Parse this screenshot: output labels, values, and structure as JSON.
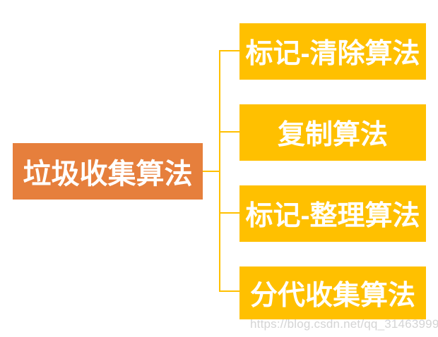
{
  "diagram": {
    "root": {
      "label": "垃圾收集算法"
    },
    "branches": [
      {
        "label": "标记-清除算法"
      },
      {
        "label": "复制算法"
      },
      {
        "label": "标记-整理算法"
      },
      {
        "label": "分代收集算法"
      }
    ]
  },
  "watermark": {
    "url_text": "https://blog.csdn.net/qq_31463999"
  },
  "colors": {
    "root_fill": "#E67F3C",
    "branch_fill": "#FFC000",
    "connector": "#FFC000",
    "node_text": "#FFFFFF",
    "watermark_text": "#CCCCCC",
    "background": "#FFFFFF"
  }
}
